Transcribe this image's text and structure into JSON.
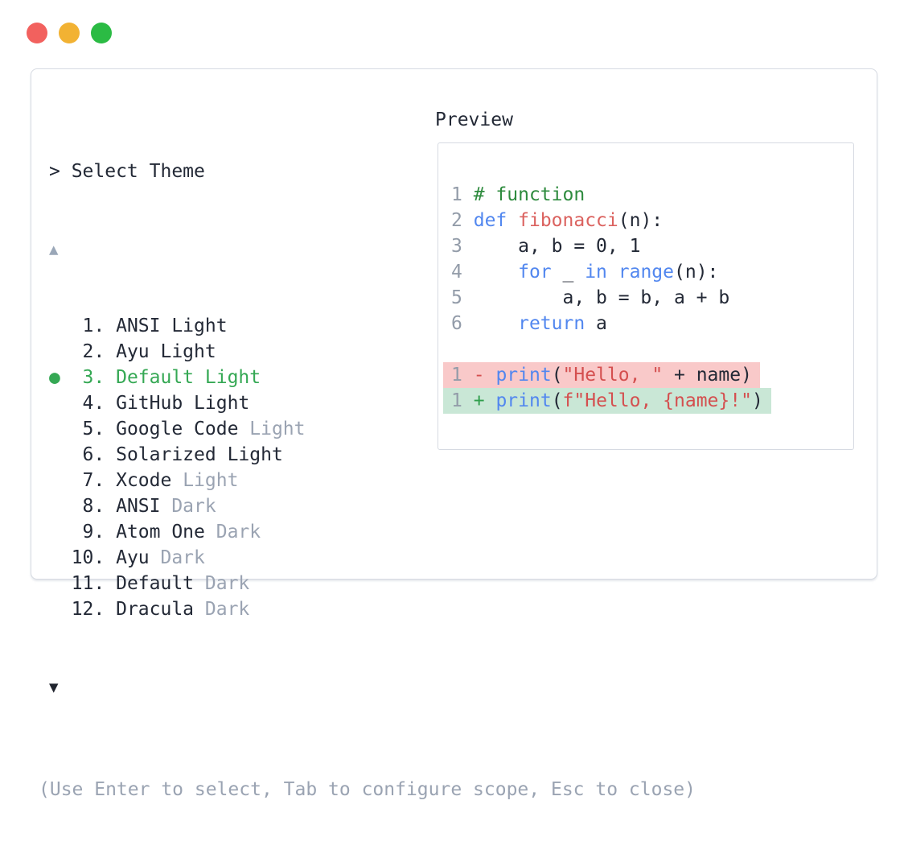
{
  "window": {
    "traffic_lights": [
      {
        "name": "close-button",
        "color": "#f2615e"
      },
      {
        "name": "minimize-button",
        "color": "#f2b233"
      },
      {
        "name": "zoom-button",
        "color": "#2bbb44"
      }
    ]
  },
  "picker": {
    "prompt": "> Select Theme",
    "up_arrow": "▲",
    "down_arrow": "▼",
    "selected_marker": "●",
    "items": [
      {
        "number": " 1.",
        "primary": "ANSI Light",
        "muted": "",
        "selected": false
      },
      {
        "number": " 2.",
        "primary": "Ayu Light",
        "muted": "",
        "selected": false
      },
      {
        "number": " 3.",
        "primary": "Default Light",
        "muted": "",
        "selected": true
      },
      {
        "number": " 4.",
        "primary": "GitHub Light",
        "muted": "",
        "selected": false
      },
      {
        "number": " 5.",
        "primary": "Google Code",
        "muted": "Light",
        "selected": false
      },
      {
        "number": " 6.",
        "primary": "Solarized Light",
        "muted": "",
        "selected": false
      },
      {
        "number": " 7.",
        "primary": "Xcode",
        "muted": "Light",
        "selected": false
      },
      {
        "number": " 8.",
        "primary": "ANSI",
        "muted": "Dark",
        "selected": false
      },
      {
        "number": " 9.",
        "primary": "Atom One",
        "muted": "Dark",
        "selected": false
      },
      {
        "number": "10.",
        "primary": "Ayu",
        "muted": "Dark",
        "selected": false
      },
      {
        "number": "11.",
        "primary": "Default",
        "muted": "Dark",
        "selected": false
      },
      {
        "number": "12.",
        "primary": "Dracula",
        "muted": "Dark",
        "selected": false
      }
    ],
    "footer": "(Use Enter to select, Tab to configure scope, Esc to close)"
  },
  "preview": {
    "label": "Preview",
    "code_lines": [
      {
        "tokens": [
          [
            "ln",
            "1"
          ],
          [
            "pl",
            " "
          ],
          [
            "com",
            "# function"
          ]
        ]
      },
      {
        "tokens": [
          [
            "ln",
            "2"
          ],
          [
            "pl",
            " "
          ],
          [
            "kw",
            "def"
          ],
          [
            "pl",
            " "
          ],
          [
            "fn",
            "fibonacci"
          ],
          [
            "pl",
            "(n):"
          ]
        ]
      },
      {
        "tokens": [
          [
            "ln",
            "3"
          ],
          [
            "pl",
            "     a, b = 0, 1"
          ]
        ]
      },
      {
        "tokens": [
          [
            "ln",
            "4"
          ],
          [
            "pl",
            "     "
          ],
          [
            "kw",
            "for"
          ],
          [
            "pl",
            " _ "
          ],
          [
            "kw",
            "in"
          ],
          [
            "pl",
            " "
          ],
          [
            "kw",
            "range"
          ],
          [
            "pl",
            "(n):"
          ]
        ]
      },
      {
        "tokens": [
          [
            "ln",
            "5"
          ],
          [
            "pl",
            "         a, b = b, a + b"
          ]
        ]
      },
      {
        "tokens": [
          [
            "ln",
            "6"
          ],
          [
            "pl",
            "     "
          ],
          [
            "kw",
            "return"
          ],
          [
            "pl",
            " a"
          ]
        ]
      }
    ],
    "diff_lines": [
      {
        "type": "removed",
        "tokens": [
          [
            "ln",
            "1"
          ],
          [
            "pl",
            " "
          ],
          [
            "minus",
            "-"
          ],
          [
            "pl",
            " "
          ],
          [
            "kw",
            "print"
          ],
          [
            "pl",
            "("
          ],
          [
            "str",
            "\"Hello, \""
          ],
          [
            "pl",
            " + name)"
          ]
        ]
      },
      {
        "type": "added",
        "tokens": [
          [
            "ln",
            "1"
          ],
          [
            "pl",
            " "
          ],
          [
            "plus",
            "+"
          ],
          [
            "pl",
            " "
          ],
          [
            "kw",
            "print"
          ],
          [
            "pl",
            "("
          ],
          [
            "str",
            "f\"Hello, {name}!\""
          ],
          [
            "pl",
            ")"
          ]
        ]
      }
    ]
  },
  "colors": {
    "selected_green": "#35a854",
    "comment_green": "#2e8b3e",
    "keyword_blue": "#5287ef",
    "string_red": "#d44f4f",
    "function_red": "#db625f",
    "line_number_gray": "#939ca9",
    "muted_gray": "#9aa3b2",
    "diff_removed_bg": "#f9c9c9",
    "diff_added_bg": "#c9e7d6",
    "panel_border": "#d6dae2",
    "text_dark": "#232936"
  }
}
